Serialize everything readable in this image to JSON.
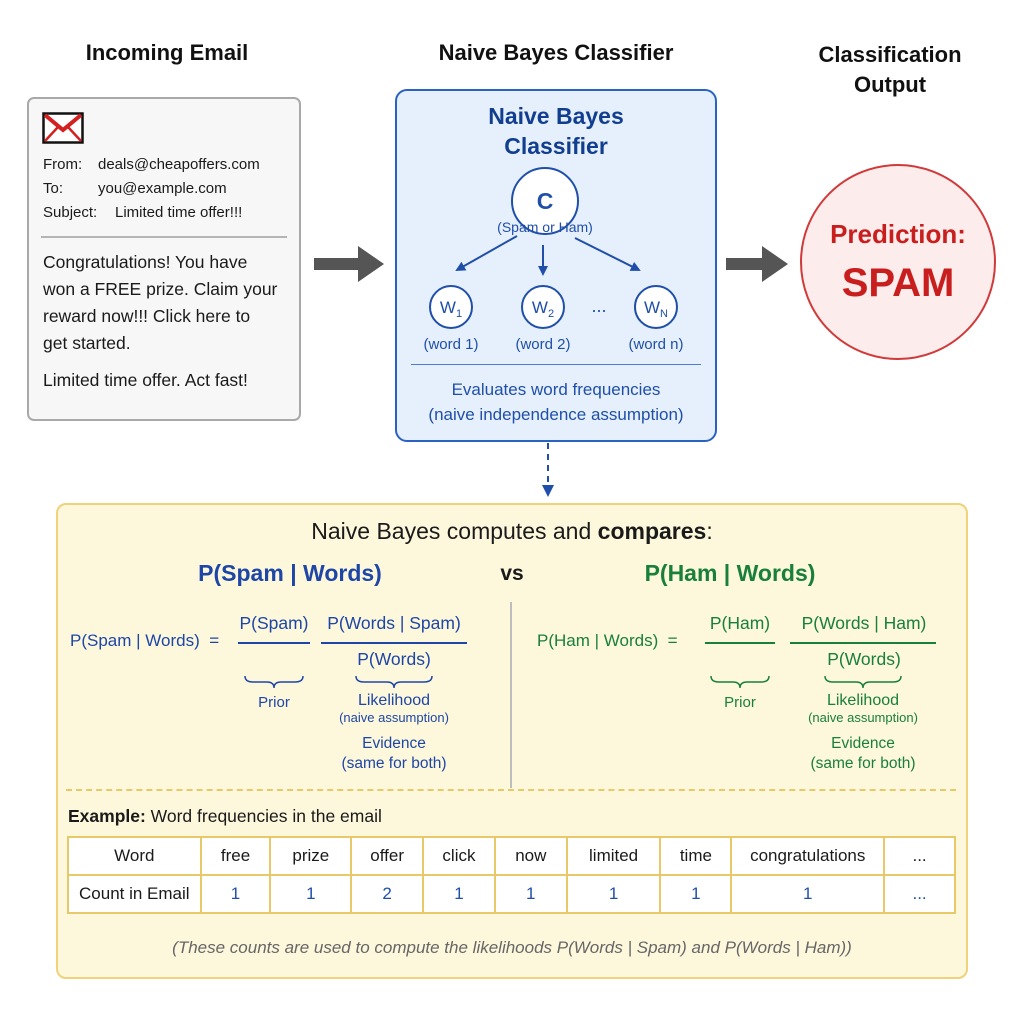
{
  "headings": {
    "email": "Incoming Email",
    "classifier": "Naive Bayes Classifier",
    "output": [
      "Classification",
      "Output"
    ]
  },
  "email": {
    "from_label": "From:",
    "from": "deals@cheapoffers.com",
    "to_label": "To:",
    "to": "you@example.com",
    "subject_label": "Subject:",
    "subject": "Limited time offer!!!",
    "body_lines": [
      "Congratulations! You have",
      "won a FREE prize. Claim your",
      "reward now!!! Click here to",
      "get started."
    ],
    "footer": "Limited time offer. Act fast!"
  },
  "classifier": {
    "title": [
      "Naive Bayes",
      "Classifier"
    ],
    "class_node": "C",
    "class_note": "(Spam or Ham)",
    "word_nodes": [
      {
        "symbol": "W",
        "sub": "1",
        "label": "(word 1)"
      },
      {
        "symbol": "W",
        "sub": "2",
        "label": "(word 2)"
      },
      {
        "symbol": "W",
        "sub": "N",
        "label": "(word n)"
      }
    ],
    "ellipsis": "...",
    "caption": [
      "Evaluates word frequencies",
      "(naive independence assumption)"
    ]
  },
  "output": {
    "prediction_label": "Prediction:",
    "prediction_value": "SPAM"
  },
  "compare": {
    "intro_plain": "Naive Bayes computes and ",
    "intro_bold": "compares",
    "intro_end": ":",
    "spam_title": "P(Spam | Words)",
    "vs": "vs",
    "ham_title": "P(Ham | Words)",
    "spam": {
      "lhs": "P(Spam | Words)  =",
      "prior": "P(Spam)",
      "likelihood": "P(Words | Spam)",
      "evidence": "P(Words)",
      "prior_label": "Prior",
      "likelihood_label": "Likelihood",
      "likelihood_note": "(naive assumption)",
      "evidence_label": "Evidence",
      "evidence_note": "(same for both)"
    },
    "ham": {
      "lhs": "P(Ham | Words)  =",
      "prior": "P(Ham)",
      "likelihood": "P(Words | Ham)",
      "evidence": "P(Words)",
      "prior_label": "Prior",
      "likelihood_label": "Likelihood",
      "likelihood_note": "(naive assumption)",
      "evidence_label": "Evidence",
      "evidence_note": "(same for both)"
    }
  },
  "example": {
    "label_bold": "Example:",
    "label_rest": " Word frequencies in the email",
    "header_label": "Word",
    "row_label": "Count in Email",
    "words": [
      "free",
      "prize",
      "offer",
      "click",
      "now",
      "limited",
      "time",
      "congratulations",
      "..."
    ],
    "counts": [
      "1",
      "1",
      "2",
      "1",
      "1",
      "1",
      "1",
      "1",
      "..."
    ],
    "footnote": "(These counts are used to compute the likelihoods P(Words | Spam) and P(Words | Ham))"
  },
  "colors": {
    "spam_red": "#c81e1e",
    "classifier_blue": "#2a62c2",
    "ham_green": "#19803a",
    "panel_yellow": "#fdf7dc"
  }
}
